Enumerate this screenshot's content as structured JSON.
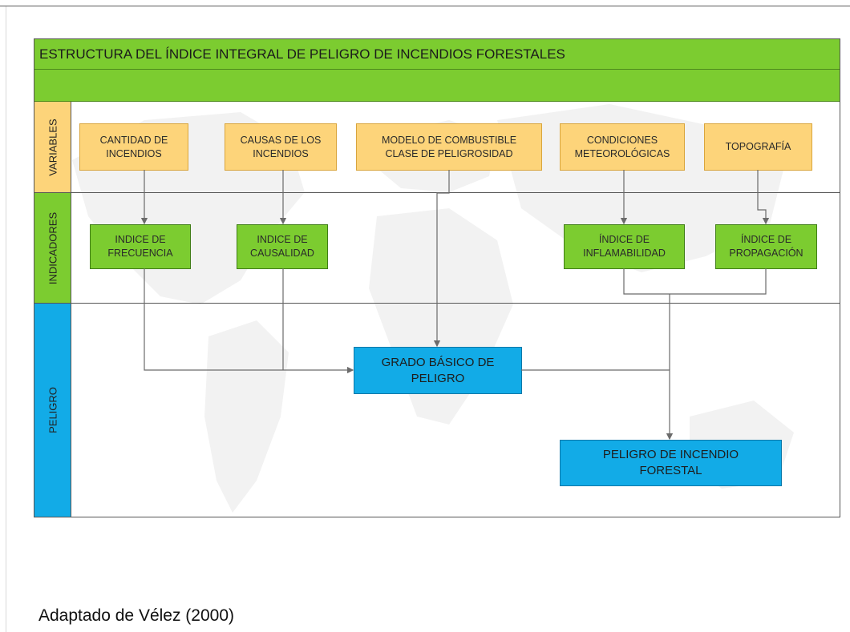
{
  "diagram": {
    "title": "ESTRUCTURA DEL ÍNDICE INTEGRAL DE PELIGRO DE INCENDIOS FORESTALES",
    "rows": {
      "variables": "VARIABLES",
      "indicadores": "INDICADORES",
      "peligro": "PELIGRO"
    },
    "variables": [
      "CANTIDAD DE INCENDIOS",
      "CAUSAS DE LOS INCENDIOS",
      "MODELO DE COMBUSTIBLE CLASE DE PELIGROSIDAD",
      "CONDICIONES METEOROLÓGICAS",
      "TOPOGRAFÍA"
    ],
    "indicadores": [
      "INDICE DE FRECUENCIA",
      "INDICE DE CAUSALIDAD",
      "ÍNDICE DE INFLAMABILIDAD",
      "ÍNDICE DE PROPAGACIÓN"
    ],
    "peligro": {
      "basico": "GRADO BÁSICO DE PELIGRO",
      "forestal": "PELIGRO DE INCENDIO FORESTAL"
    },
    "colors": {
      "green": "#7ccc30",
      "yellow": "#fdd47a",
      "blue": "#12abe7"
    }
  },
  "caption": "Adaptado de Vélez (2000)"
}
